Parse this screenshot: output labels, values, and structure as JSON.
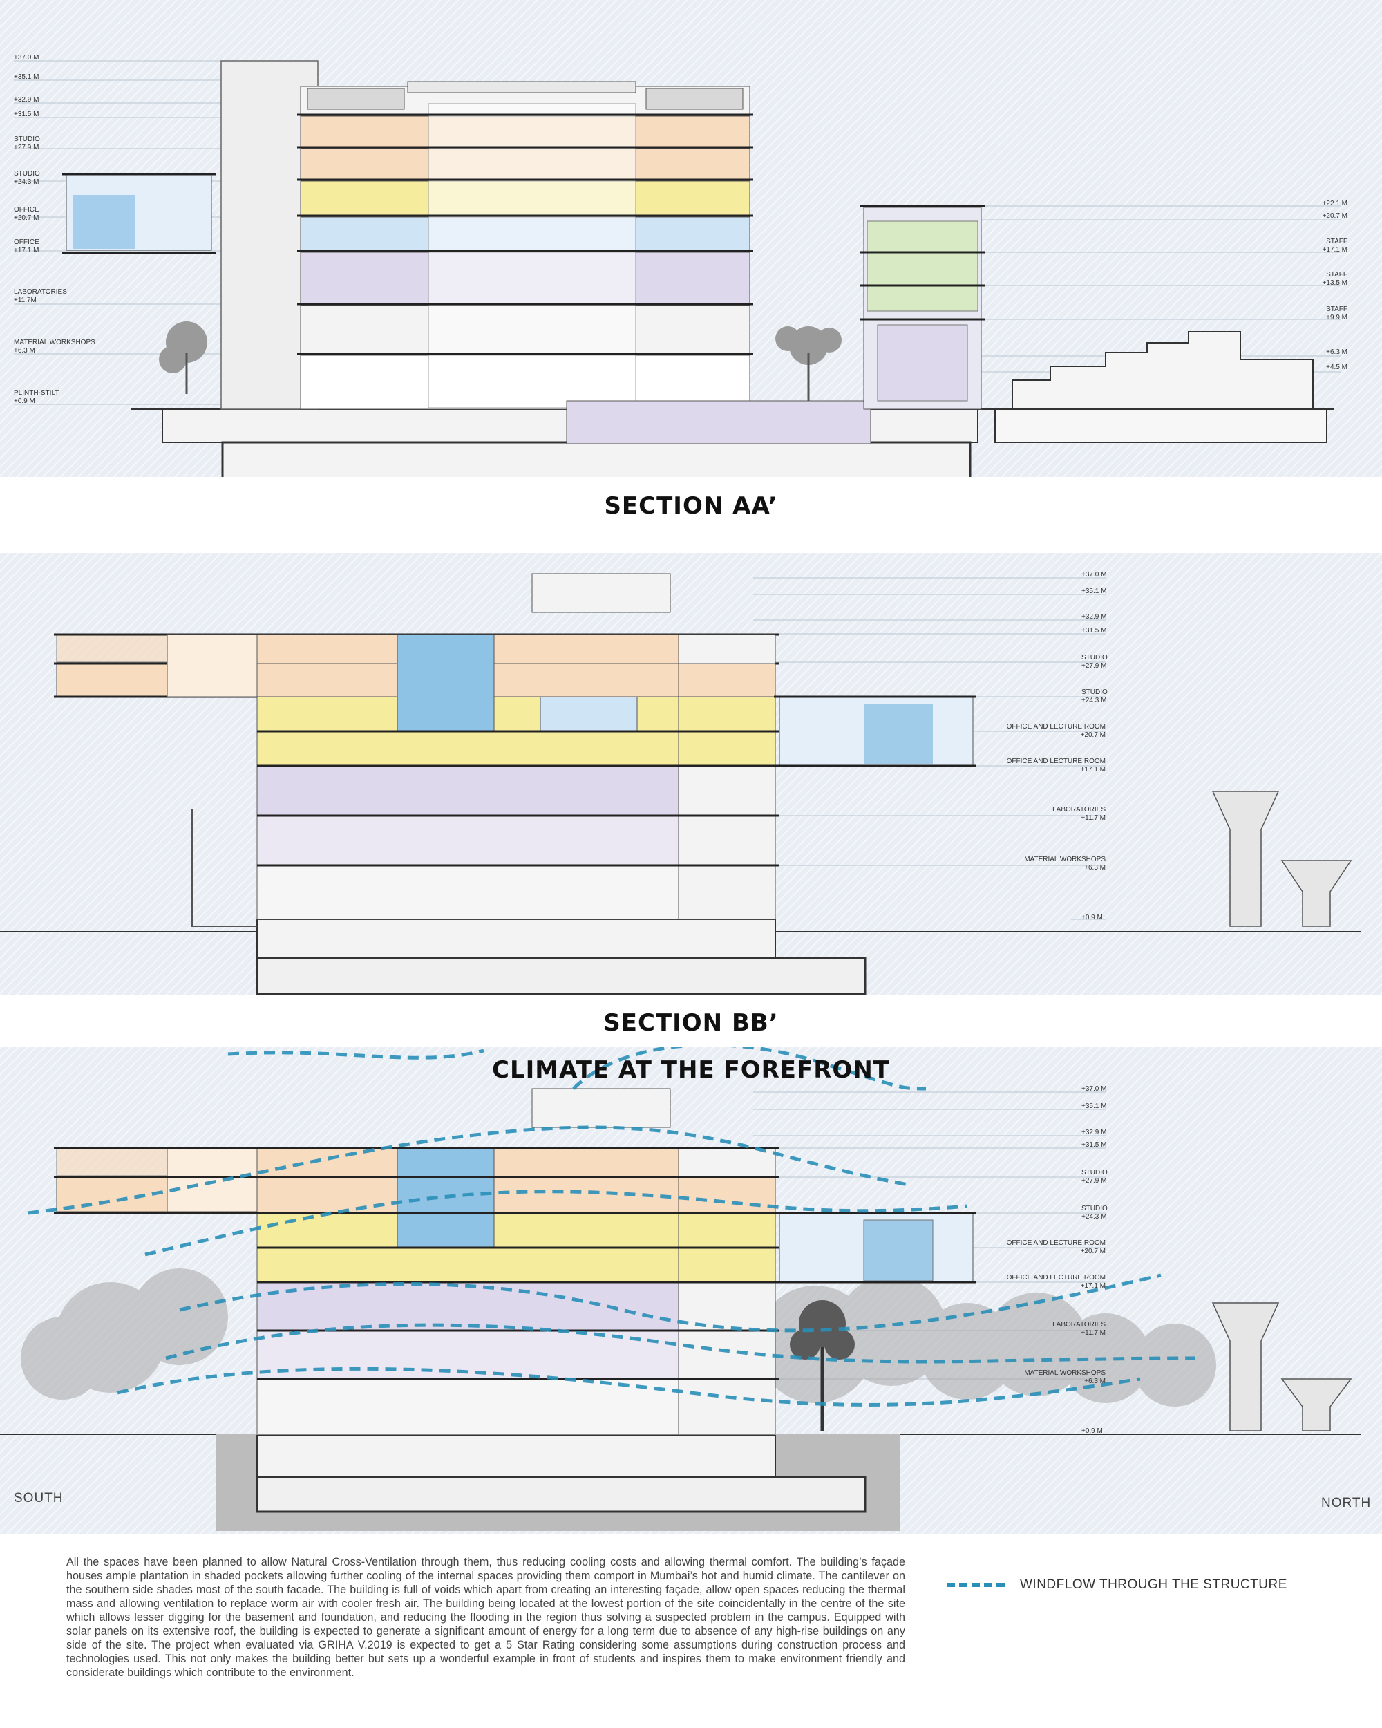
{
  "titles": {
    "section_aa": "SECTION AA’",
    "section_bb": "SECTION BB’",
    "climate": "CLIMATE AT THE FOREFRONT"
  },
  "levels_aa_left": [
    {
      "name": "",
      "value": "+37.0 M"
    },
    {
      "name": "",
      "value": "+35.1 M"
    },
    {
      "name": "",
      "value": "+32.9 M"
    },
    {
      "name": "",
      "value": "+31.5 M"
    },
    {
      "name": "STUDIO",
      "value": "+27.9 M"
    },
    {
      "name": "STUDIO",
      "value": "+24.3 M"
    },
    {
      "name": "OFFICE",
      "value": "+20.7 M"
    },
    {
      "name": "OFFICE",
      "value": "+17.1 M"
    },
    {
      "name": "LABORATORIES",
      "value": "+11.7M"
    },
    {
      "name": "MATERIAL WORKSHOPS",
      "value": "+6.3 M"
    },
    {
      "name": "PLINTH-STILT",
      "value": "+0.9 M"
    }
  ],
  "levels_aa_right": [
    {
      "name": "",
      "value": "+22.1 M"
    },
    {
      "name": "",
      "value": "+20.7 M"
    },
    {
      "name": "STAFF",
      "value": "+17.1 M"
    },
    {
      "name": "STAFF",
      "value": "+13.5 M"
    },
    {
      "name": "STAFF",
      "value": "+9.9 M"
    },
    {
      "name": "",
      "value": "+6.3 M"
    },
    {
      "name": "",
      "value": "+4.5 M"
    }
  ],
  "levels_bb": [
    {
      "name": "",
      "value": "+37.0 M"
    },
    {
      "name": "",
      "value": "+35.1 M"
    },
    {
      "name": "",
      "value": "+32.9 M"
    },
    {
      "name": "",
      "value": "+31.5 M"
    },
    {
      "name": "STUDIO",
      "value": "+27.9 M"
    },
    {
      "name": "STUDIO",
      "value": "+24.3 M"
    },
    {
      "name": "OFFICE AND LECTURE ROOM",
      "value": "+20.7 M"
    },
    {
      "name": "OFFICE AND LECTURE ROOM",
      "value": "+17.1 M"
    },
    {
      "name": "LABORATORIES",
      "value": "+11.7 M"
    },
    {
      "name": "MATERIAL WORKSHOPS",
      "value": "+6.3 M"
    },
    {
      "name": "",
      "value": "+0.9 M"
    }
  ],
  "levels_climate": [
    {
      "name": "",
      "value": "+37.0 M"
    },
    {
      "name": "",
      "value": "+35.1 M"
    },
    {
      "name": "",
      "value": "+32.9 M"
    },
    {
      "name": "",
      "value": "+31.5 M"
    },
    {
      "name": "STUDIO",
      "value": "+27.9 M"
    },
    {
      "name": "STUDIO",
      "value": "+24.3 M"
    },
    {
      "name": "OFFICE AND LECTURE ROOM",
      "value": "+20.7 M"
    },
    {
      "name": "OFFICE AND LECTURE ROOM",
      "value": "+17.1 M"
    },
    {
      "name": "LABORATORIES",
      "value": "+11.7 M"
    },
    {
      "name": "MATERIAL WORKSHOPS",
      "value": "+6.3 M"
    },
    {
      "name": "",
      "value": "+0.9 M"
    }
  ],
  "orientation": {
    "south": "SOUTH",
    "north": "NORTH"
  },
  "description": "All the spaces have been planned to allow Natural Cross-Ventilation through them, thus reducing cooling costs and allowing thermal comfort. The building’s façade houses ample plantation in shaded pockets allowing further cooling of the internal spaces providing them comport in Mumbai’s hot and humid climate. The cantilever on the southern side shades most of the south facade. The building is full of voids which apart from creating an interesting façade, allow open spaces reducing the thermal mass and allowing ventilation to replace worm air with cooler fresh air. The building being located at the lowest portion of the site coincidentally in the centre of the site which allows lesser digging for the basement and foundation, and reducing the flooding in the region thus solving a suspected problem in the campus. Equipped with solar panels on its extensive roof, the building is expected to generate a significant amount of energy for a long term due to absence of any high-rise buildings on any side of the site. The project when evaluated via GRIHA V.2019 is expected to get a 5 Star Rating considering some assumptions during construction process and technologies used. This not only makes the building better but sets up a wonderful example in front of students and inspires them to make environment friendly and considerate buildings which contribute to the environment.",
  "legend": {
    "label": "WINDFLOW THROUGH THE STRUCTURE"
  },
  "colors": {
    "studio": "#f7dcc0",
    "office": "#f5ec9e",
    "office_blue": "#cfe4f4",
    "labs": "#ddd8ec",
    "staff_green": "#d8eac4",
    "glass": "#8fc3e6",
    "wind": "#2a8fb8",
    "sky_hatch": "#e9eef4"
  }
}
